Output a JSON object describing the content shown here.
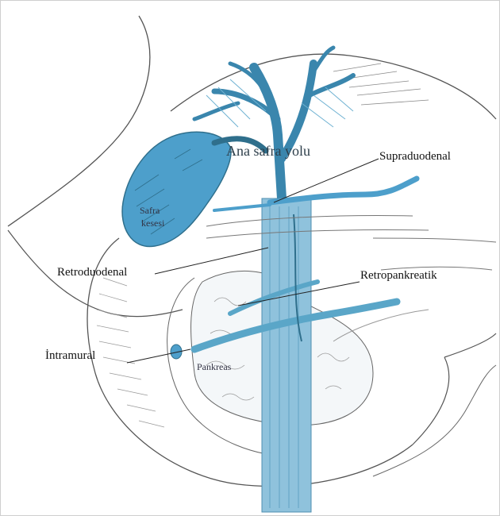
{
  "labels": {
    "ana_safra_yolu": "Ana safra yolu",
    "supraduodenal": "Supraduodenal",
    "retroduodenal": "Retroduodenal",
    "retropankreatik": "Retropankreatik",
    "intramural": "İntramural",
    "safra_kesesi_line1": "Safra",
    "safra_kesesi_line2": "kesesi",
    "pankreas": "Pankreas"
  },
  "colors": {
    "vessel_blue": "#5aa6c8",
    "vessel_dark": "#2f6f8c",
    "gallbladder_blue": "#4d9fcb",
    "line_ink": "#555555"
  }
}
